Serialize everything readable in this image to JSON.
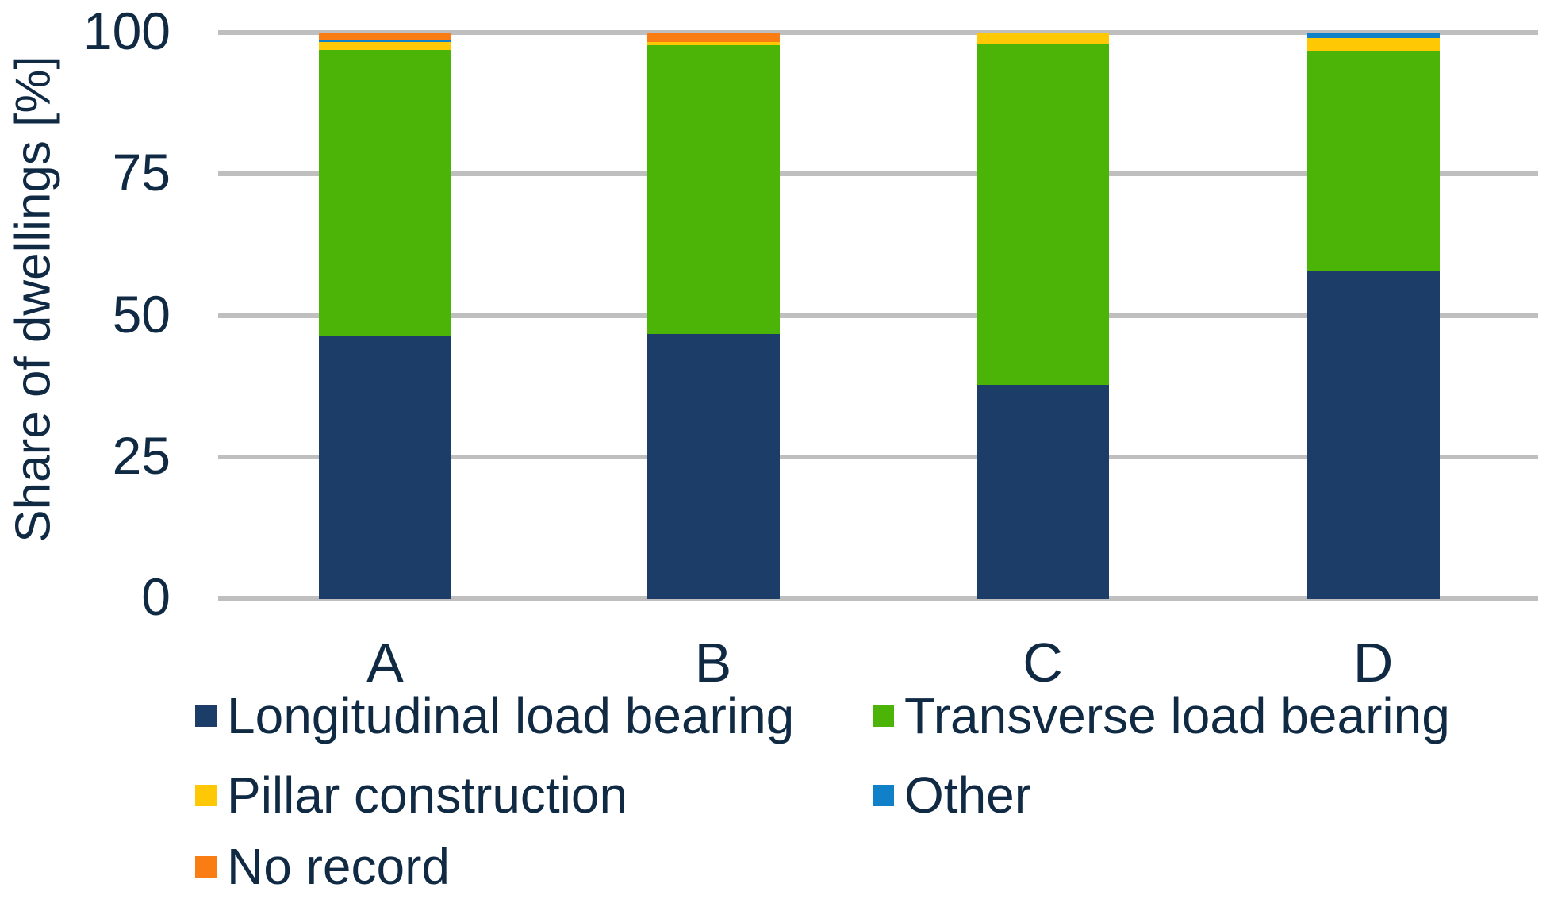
{
  "chart_data": {
    "type": "bar",
    "stacked": true,
    "title": "",
    "ylabel": "Share of dwellings [%]",
    "xlabel": "",
    "categories": [
      "A",
      "B",
      "C",
      "D"
    ],
    "series": [
      {
        "name": "Longitudinal load bearing",
        "color": "#1C3D68",
        "values": [
          46.4,
          46.9,
          37.9,
          58.1
        ]
      },
      {
        "name": "Transverse load bearing",
        "color": "#4CB406",
        "values": [
          50.7,
          51.0,
          60.3,
          38.8
        ]
      },
      {
        "name": "Pillar construction",
        "color": "#FFC805",
        "values": [
          1.4,
          0.6,
          1.8,
          2.2
        ]
      },
      {
        "name": "Other",
        "color": "#1080C8",
        "values": [
          0.4,
          0.0,
          0.0,
          0.9
        ]
      },
      {
        "name": "No record",
        "color": "#FA7D14",
        "values": [
          1.1,
          1.5,
          0.0,
          0.0
        ]
      }
    ],
    "yticks": [
      0,
      25,
      50,
      75,
      100
    ],
    "ylim": [
      0,
      100
    ],
    "grid": true,
    "gridline_color": "#BFBFBF",
    "text_color": "#102A44",
    "legend_position": "bottom"
  }
}
